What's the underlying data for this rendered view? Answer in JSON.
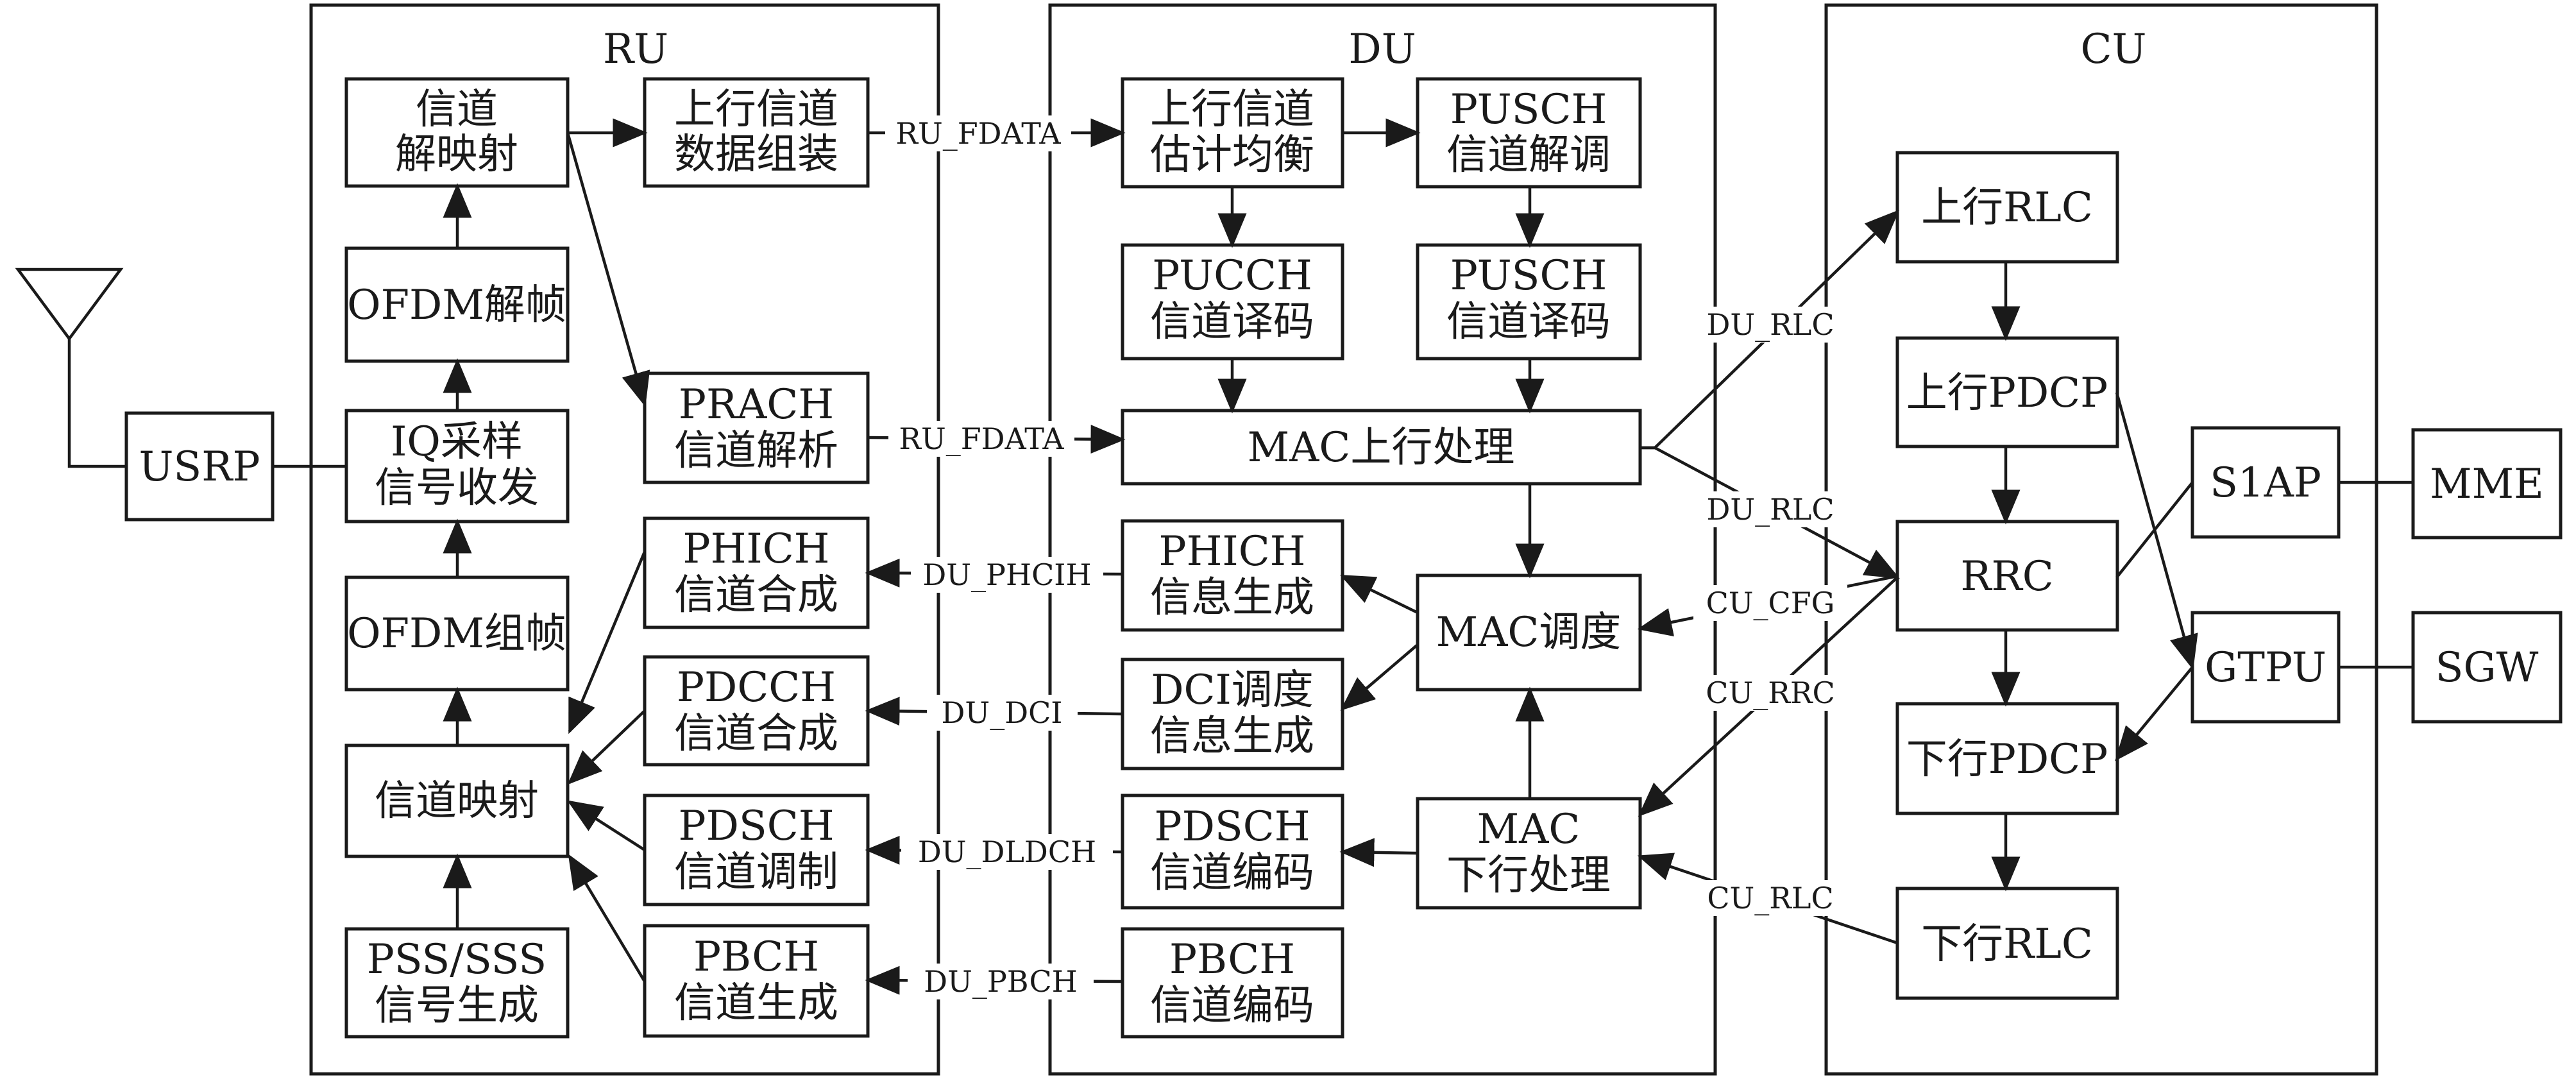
{
  "sections": {
    "ru": "RU",
    "du": "DU",
    "cu": "CU"
  },
  "ru": {
    "demap": [
      "信道",
      "解映射"
    ],
    "ofdm_deframe": "OFDM解帧",
    "iq": [
      "IQ采样",
      "信号收发"
    ],
    "ofdm_frame": "OFDM组帧",
    "chan_map": "信道映射",
    "pss_sss": [
      "PSS/SSS",
      "信号生成"
    ],
    "ul_pack": [
      "上行信道",
      "数据组装"
    ],
    "prach": [
      "PRACH",
      "信道解析"
    ],
    "phich_comb": [
      "PHICH",
      "信道合成"
    ],
    "pdcch_comb": [
      "PDCCH",
      "信道合成"
    ],
    "pdsch_mod": [
      "PDSCH",
      "信道调制"
    ],
    "pbch_gen": [
      "PBCH",
      "信道生成"
    ]
  },
  "du": {
    "ul_est": [
      "上行信道",
      "估计均衡"
    ],
    "pusch_demod": [
      "PUSCH",
      "信道解调"
    ],
    "pucch_dec": [
      "PUCCH",
      "信道译码"
    ],
    "pusch_dec": [
      "PUSCH",
      "信道译码"
    ],
    "mac_ul": "MAC上行处理",
    "phich_info": [
      "PHICH",
      "信息生成"
    ],
    "dci_info": [
      "DCI调度",
      "信息生成"
    ],
    "mac_sched": "MAC调度",
    "pdsch_enc": [
      "PDSCH",
      "信道编码"
    ],
    "mac_dl": [
      "MAC",
      "下行处理"
    ],
    "pbch_enc": [
      "PBCH",
      "信道编码"
    ]
  },
  "cu": {
    "ul_rlc": "上行RLC",
    "ul_pdcp": "上行PDCP",
    "rrc": "RRC",
    "dl_pdcp": "下行PDCP",
    "dl_rlc": "下行RLC"
  },
  "external": {
    "usrp": "USRP",
    "s1ap": "S1AP",
    "gtpu": "GTPU",
    "mme": "MME",
    "sgw": "SGW"
  },
  "links": {
    "ru_fdata_1": "RU_FDATA",
    "ru_fdata_2": "RU_FDATA",
    "du_phcih": "DU_PHCIH",
    "du_dci": "DU_DCI",
    "du_dldch": "DU_DLDCH",
    "du_pbch": "DU_PBCH",
    "du_rlc_1": "DU_RLC",
    "du_rlc_2": "DU_RLC",
    "cu_cfg": "CU_CFG",
    "cu_rrc": "CU_RRC",
    "cu_rlc": "CU_RLC"
  }
}
